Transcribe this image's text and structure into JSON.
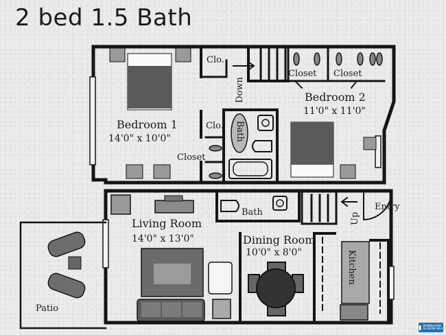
{
  "title": "2 bed 1.5 Bath",
  "rooms": {
    "bedroom1": {
      "name": "Bedroom 1",
      "dims": "14'0\" x 10'0\""
    },
    "bedroom2": {
      "name": "Bedroom 2",
      "dims": "11'0\" x 11'0\""
    },
    "living": {
      "name": "Living Room",
      "dims": "14'0\" x 13'0\""
    },
    "dining": {
      "name": "Dining Room",
      "dims": "10'0\" x 8'0\""
    },
    "kitchen": {
      "name": "Kitchen"
    },
    "patio": {
      "name": "Patio"
    }
  },
  "labels": {
    "closet_a": "Clo.",
    "closet_b": "Clo.",
    "closet_c": "Closet",
    "closet_d": "Closet",
    "closet_e": "Closet",
    "bath_up": "Bath",
    "bath_down": "Bath",
    "down": "Down",
    "up": "Up",
    "entry": "Entry"
  },
  "badge": {
    "text": "BIRMINGHAM ALABAMA MLS"
  }
}
